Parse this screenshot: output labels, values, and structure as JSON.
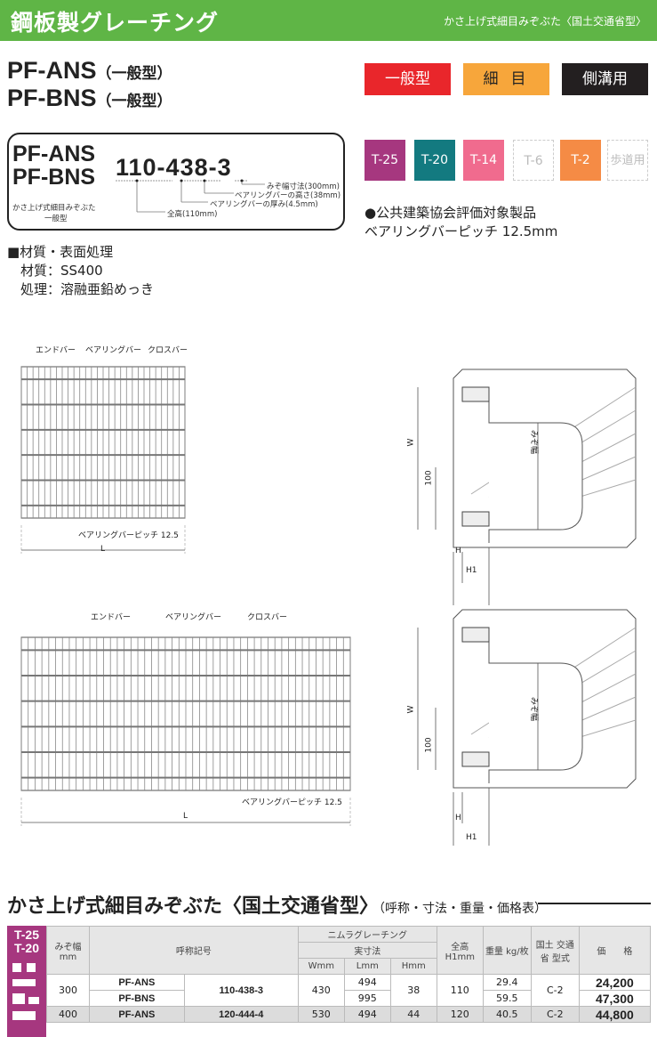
{
  "header": {
    "title": "鋼板製グレーチング",
    "subtitle": "かさ上げ式細目みぞぶた〈国土交通省型〉"
  },
  "models": [
    {
      "name": "PF-ANS",
      "note": "（一般型）"
    },
    {
      "name": "PF-BNS",
      "note": "（一般型）"
    }
  ],
  "tags": {
    "general": "一般型",
    "fine": "細目",
    "side": "側溝用"
  },
  "spec_box": {
    "model1": "PF-ANS",
    "model2": "PF-BNS",
    "desc1": "かさ上げ式細目みぞぶた",
    "desc2": "一般型",
    "code": "110-438-3",
    "label_width": "みぞ幅寸法(300mm)",
    "label_bar_height": "ベアリングバーの高さ(38mm)",
    "label_bar_thickness": "ベアリングバーの厚み(4.5mm)",
    "label_total_height": "全高(110mm)"
  },
  "load_classes": [
    {
      "label": "T-25",
      "active": true
    },
    {
      "label": "T-20",
      "active": true
    },
    {
      "label": "T-14",
      "active": true
    },
    {
      "label": "T-6",
      "active": false
    },
    {
      "label": "T-2",
      "active": true
    },
    {
      "label": "歩道用",
      "active": false
    }
  ],
  "notes": {
    "bullet1": "●公共建築協会評価対象製品",
    "bullet2": "ベアリングバーピッチ 12.5mm"
  },
  "material": {
    "head": "■材質・表面処理",
    "line1": "材質：SS400",
    "line2": "処理：溶融亜鉛めっき"
  },
  "drawing_labels": {
    "end_bar": "エンドバー",
    "bearing_bar": "ベアリングバー",
    "cross_bar": "クロスバー",
    "pitch": "ベアリングバーピッチ 12.5",
    "L": "L",
    "W": "W",
    "dim100": "100",
    "H": "H",
    "H1": "H1",
    "ditch": "みぞ幅"
  },
  "section": {
    "title": "かさ上げ式細目みぞぶた〈国土交通省型〉",
    "subtitle": "（呼称・寸法・重量・価格表）"
  },
  "side_tab": {
    "line1": "T-25",
    "line2": "T-20"
  },
  "table": {
    "headers": {
      "width": "みぞ幅 mm",
      "code": "呼称記号",
      "group": "ニムラグレーチング",
      "actual": "実寸法",
      "W": "Wmm",
      "L": "Lmm",
      "H": "Hmm",
      "H1": "全高 H1mm",
      "weight": "重量 kg/枚",
      "type": "国土 交通省 型式",
      "price": "価　　格"
    },
    "rows": [
      {
        "width": "300",
        "model": "PF-ANS",
        "code": "110-438-3",
        "W": "430",
        "L": "494",
        "H": "38",
        "H1": "110",
        "weight": "29.4",
        "type": "C-2",
        "price": "24,200"
      },
      {
        "model": "PF-BNS",
        "L": "995",
        "weight": "59.5",
        "price": "47,300"
      },
      {
        "width": "400",
        "model": "PF-ANS",
        "code": "120-444-4",
        "W": "530",
        "L": "494",
        "H": "44",
        "H1": "120",
        "weight": "40.5",
        "type": "C-2",
        "price": "44,800"
      }
    ]
  }
}
